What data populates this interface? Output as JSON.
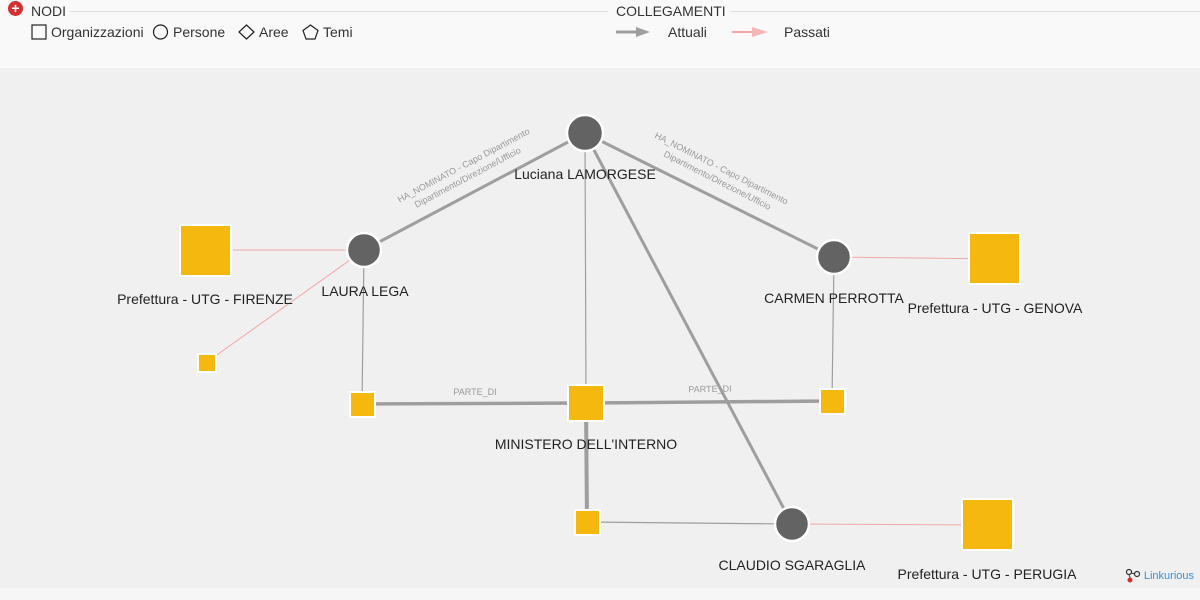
{
  "legend": {
    "nodes_title": "NODI",
    "links_title": "COLLEGAMENTI",
    "node_types": [
      {
        "label": "Organizzazioni",
        "icon": "square-icon"
      },
      {
        "label": "Persone",
        "icon": "circle-icon"
      },
      {
        "label": "Aree",
        "icon": "diamond-icon"
      },
      {
        "label": "Temi",
        "icon": "pentagon-icon"
      }
    ],
    "link_types": [
      {
        "label": "Attuali",
        "color": "#9e9e9e"
      },
      {
        "label": "Passati",
        "color": "#f0a8a8"
      }
    ]
  },
  "colors": {
    "organization": "#f5b80f",
    "person": "#636363",
    "current_link": "#9e9e9e",
    "past_link": "#f0a8a8",
    "add_button": "#d32f2f",
    "brand": "#3a8fd0"
  },
  "graph": {
    "nodes": [
      {
        "id": "lamorgese",
        "label": "Luciana LAMORGESE",
        "type": "person"
      },
      {
        "id": "lega",
        "label": "LAURA LEGA",
        "type": "person"
      },
      {
        "id": "perrotta",
        "label": "CARMEN PERROTTA",
        "type": "person"
      },
      {
        "id": "sgaraglia",
        "label": "CLAUDIO SGARAGLIA",
        "type": "person"
      },
      {
        "id": "ministero",
        "label": "MINISTERO DELL'INTERNO",
        "type": "organization"
      },
      {
        "id": "firenze",
        "label": "Prefettura - UTG - FIRENZE",
        "type": "organization"
      },
      {
        "id": "genova",
        "label": "Prefettura - UTG - GENOVA",
        "type": "organization"
      },
      {
        "id": "perugia",
        "label": "Prefettura - UTG - PERUGIA",
        "type": "organization"
      },
      {
        "id": "org_small_1",
        "label": "",
        "type": "organization"
      },
      {
        "id": "org_left",
        "label": "",
        "type": "organization"
      },
      {
        "id": "org_right",
        "label": "",
        "type": "organization"
      },
      {
        "id": "org_bottom",
        "label": "",
        "type": "organization"
      }
    ],
    "edges": [
      {
        "from": "lamorgese",
        "to": "lega",
        "label_1": "HA_NOMINATO - Capo Dipartimento",
        "label_2": "Dipartimento/Direzione/Ufficio",
        "status": "current"
      },
      {
        "from": "lamorgese",
        "to": "perrotta",
        "label_1": "HA_NOMINATO - Capo Dipartimento",
        "label_2": "Dipartimento/Direzione/Ufficio",
        "status": "current"
      },
      {
        "from": "lamorgese",
        "to": "ministero",
        "label_1": "",
        "label_2": "",
        "status": "current"
      },
      {
        "from": "lamorgese",
        "to": "sgaraglia",
        "label_1": "",
        "label_2": "",
        "status": "current"
      },
      {
        "from": "org_left",
        "to": "ministero",
        "label_1": "PARTE_DI",
        "label_2": "",
        "status": "current"
      },
      {
        "from": "org_right",
        "to": "ministero",
        "label_1": "PARTE_DI",
        "label_2": "",
        "status": "current"
      },
      {
        "from": "org_bottom",
        "to": "ministero",
        "label_1": "",
        "label_2": "",
        "status": "current"
      },
      {
        "from": "lega",
        "to": "org_left",
        "label_1": "",
        "label_2": "",
        "status": "current"
      },
      {
        "from": "perrotta",
        "to": "org_right",
        "label_1": "",
        "label_2": "",
        "status": "current"
      },
      {
        "from": "org_bottom",
        "to": "sgaraglia",
        "label_1": "",
        "label_2": "",
        "status": "current"
      },
      {
        "from": "lega",
        "to": "firenze",
        "label_1": "",
        "label_2": "",
        "status": "past"
      },
      {
        "from": "lega",
        "to": "org_small_1",
        "label_1": "",
        "label_2": "",
        "status": "past"
      },
      {
        "from": "perrotta",
        "to": "genova",
        "label_1": "",
        "label_2": "",
        "status": "past"
      },
      {
        "from": "sgaraglia",
        "to": "perugia",
        "label_1": "",
        "label_2": "",
        "status": "past"
      }
    ]
  },
  "brand": {
    "name": "Linkurious"
  }
}
